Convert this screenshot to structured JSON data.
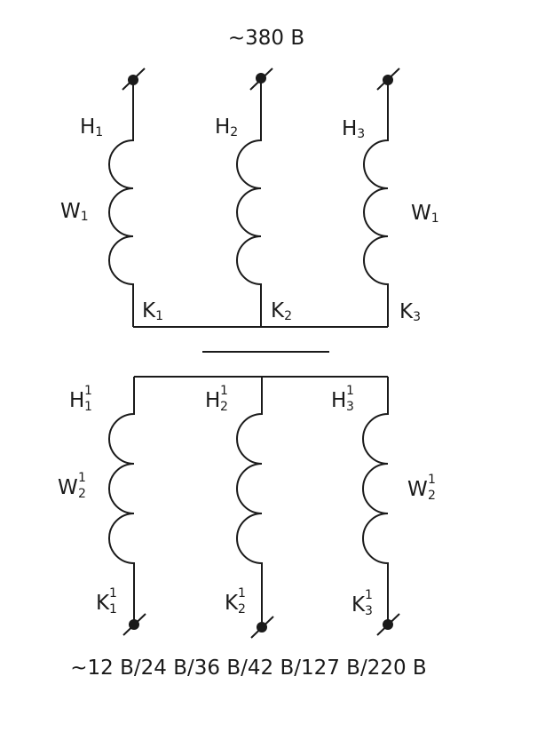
{
  "diagram": {
    "top_voltage": "~380 В",
    "bottom_voltage": "~12 В/24 В/36 В/42 В/127 В/220 В",
    "primary": {
      "winding_left": "W",
      "winding_left_sub": "1",
      "winding_right": "W",
      "winding_right_sub": "1",
      "phases": [
        {
          "start": "H",
          "start_sub": "1",
          "end": "K",
          "end_sub": "1"
        },
        {
          "start": "H",
          "start_sub": "2",
          "end": "K",
          "end_sub": "2"
        },
        {
          "start": "H",
          "start_sub": "3",
          "end": "K",
          "end_sub": "3"
        }
      ]
    },
    "secondary": {
      "winding_left": "W",
      "winding_left_sup": "1",
      "winding_left_sub": "2",
      "winding_right": "W",
      "winding_right_sup": "1",
      "winding_right_sub": "2",
      "phases": [
        {
          "start": "H",
          "start_sup": "1",
          "start_sub": "1",
          "end": "K",
          "end_sup": "1",
          "end_sub": "1"
        },
        {
          "start": "H",
          "start_sup": "1",
          "start_sub": "2",
          "end": "K",
          "end_sup": "1",
          "end_sub": "2"
        },
        {
          "start": "H",
          "start_sup": "1",
          "start_sub": "3",
          "end": "K",
          "end_sup": "1",
          "end_sub": "3"
        }
      ]
    }
  }
}
